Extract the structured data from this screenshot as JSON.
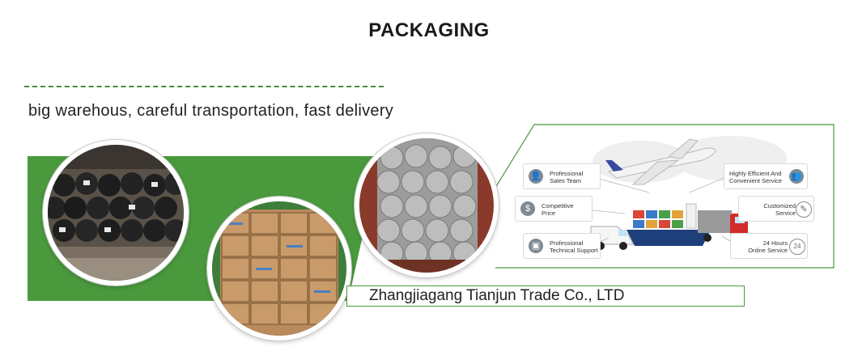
{
  "header": {
    "title": "PACKAGING"
  },
  "tagline": "big warehous, careful transportation, fast delivery",
  "company": "Zhangjiagang Tianjun Trade Co., LTD",
  "services": {
    "professional_sales": "Professional\nSales Team",
    "competitive_price": "Competitive\nPrice",
    "technical_support": "Professional\nTechnical Support",
    "efficient_service": "Highly Efficient And\nConvenient Service",
    "customized_service": "Customized\nService",
    "online_service": "24 Hours\nOnline Service"
  },
  "icons": {
    "sales": "people-icon",
    "price": "coins-icon",
    "support": "monitor-icon",
    "efficient": "group-icon",
    "customized": "pencil-icon",
    "online": "24h-clock-icon"
  },
  "colors": {
    "accent_green": "#4a9a3d",
    "icon_grey": "#7e8a94"
  }
}
